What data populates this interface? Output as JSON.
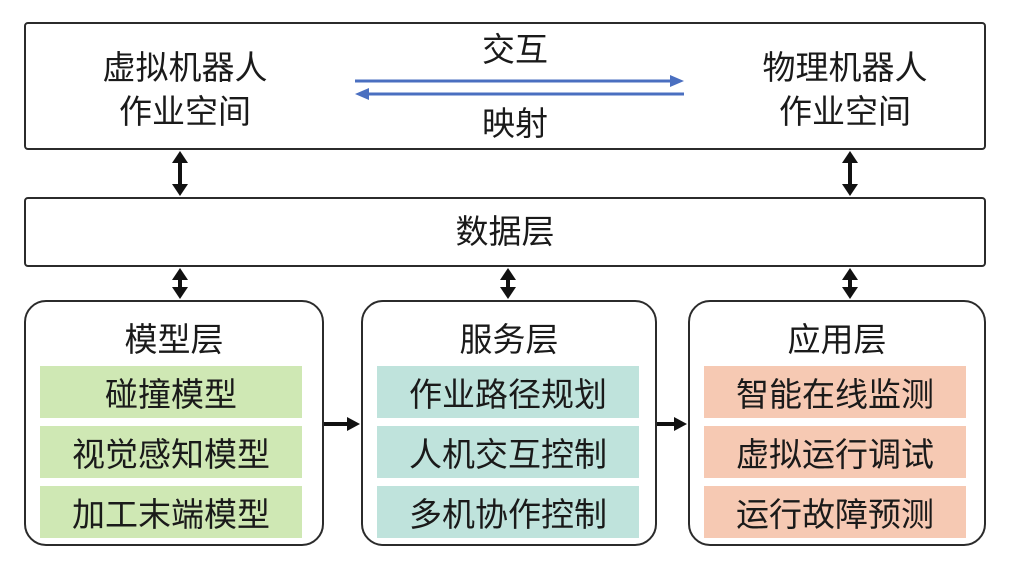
{
  "top": {
    "virtual_label": "虚拟机器人\n作业空间",
    "physical_label": "物理机器人\n作业空间",
    "interaction_label": "交互",
    "mapping_label": "映射"
  },
  "data_layer": {
    "label": "数据层"
  },
  "model_layer": {
    "title": "模型层",
    "items": [
      "碰撞模型",
      "视觉感知模型",
      "加工末端模型"
    ]
  },
  "service_layer": {
    "title": "服务层",
    "items": [
      "作业路径规划",
      "人机交互控制",
      "多机协作控制"
    ]
  },
  "application_layer": {
    "title": "应用层",
    "items": [
      "智能在线监测",
      "虚拟运行调试",
      "运行故障预测"
    ]
  },
  "colors": {
    "model_items": "#cfe8b4",
    "service_items": "#bfe3dc",
    "application_items": "#f6c9b3",
    "mapping_arrows": "#4a6fc0"
  }
}
